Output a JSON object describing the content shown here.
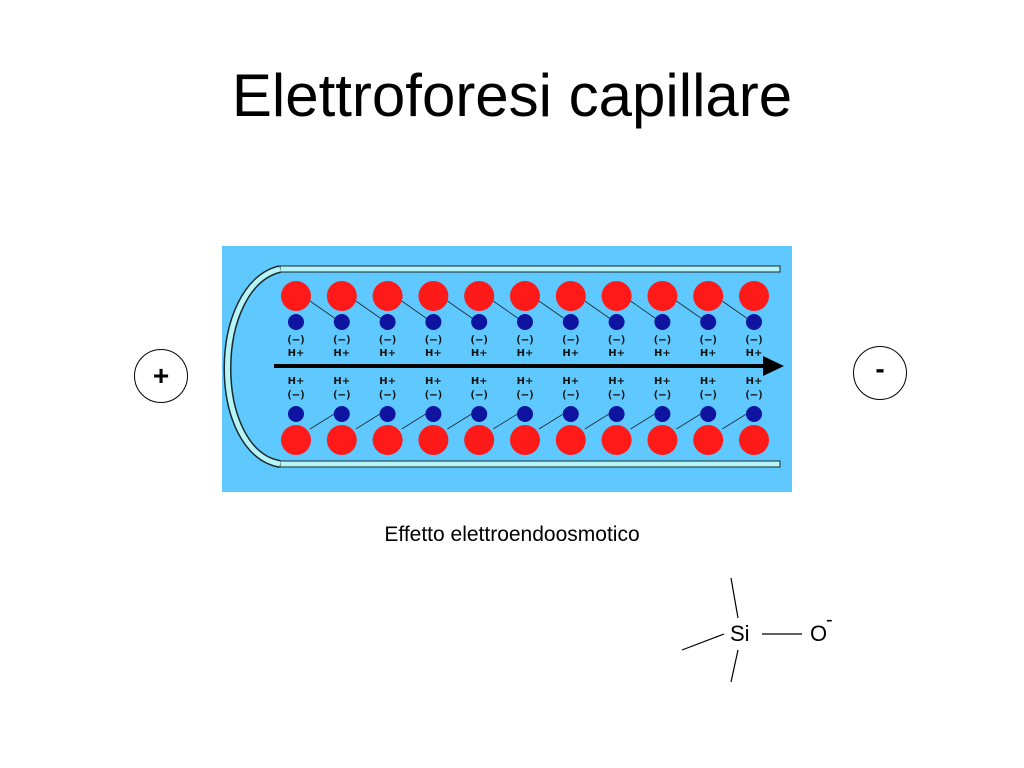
{
  "title": "Elettroforesi capillare",
  "caption": "Effetto elettroendoosmotico",
  "electrodes": {
    "anode": "+",
    "cathode": "-"
  },
  "capillary": {
    "wall_count": 11,
    "negative_label": "(—)",
    "cation_label": "H+",
    "flow_direction": "toward-cathode"
  },
  "structure": {
    "silicon": "Si",
    "oxygen": "O",
    "charge": "-"
  },
  "colors": {
    "background_panel": "#5ec8ff",
    "capillary_wall": "#b6f4f6",
    "wall_outline": "#1a2a2f",
    "silanol_red": "#ff1a1a",
    "charge_blue": "#0e14a0",
    "arrow": "#000000"
  }
}
